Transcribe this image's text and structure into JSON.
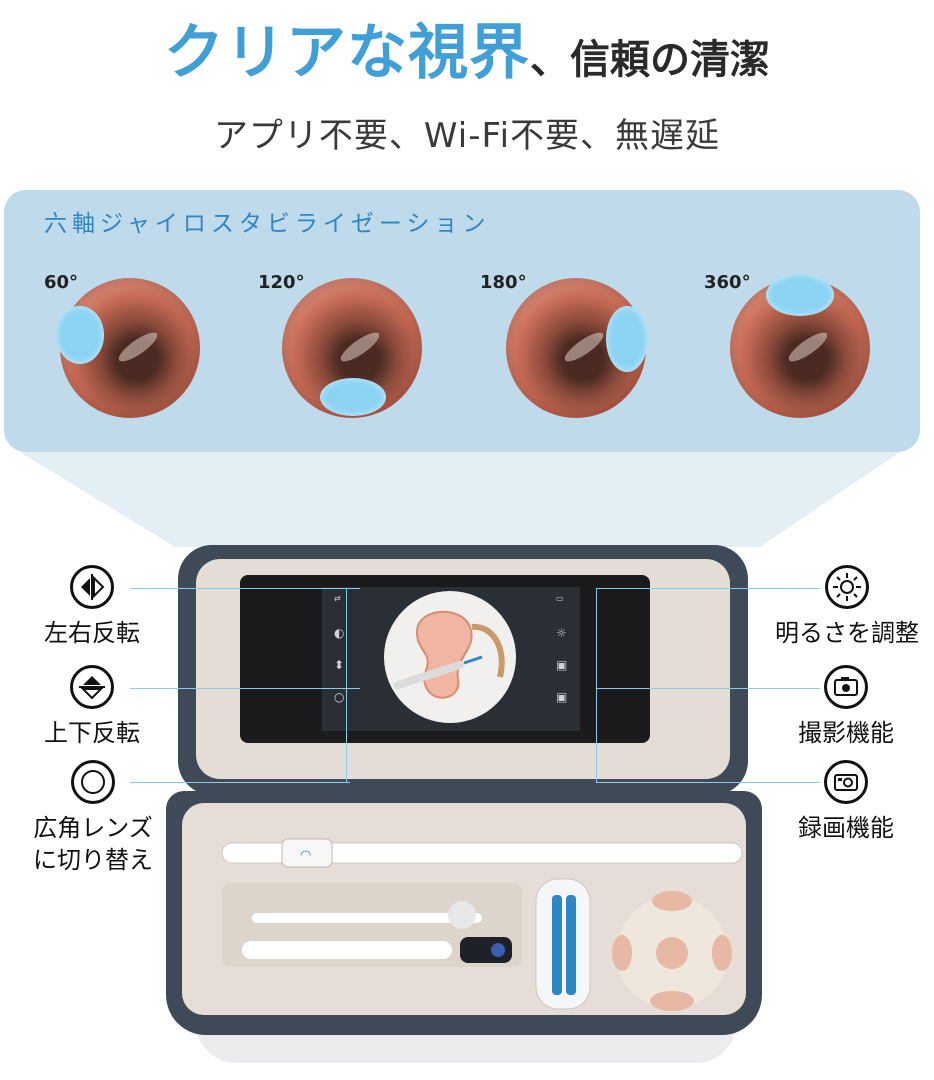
{
  "headline": {
    "main": "クリアな視界",
    "sub": "、信頼の清潔"
  },
  "subheadline": "アプリ不要、Wi-Fi不要、無遅延",
  "gyro_panel": {
    "title": "六軸ジャイロスタビライゼーション",
    "angles": [
      "60°",
      "120°",
      "180°",
      "360°"
    ]
  },
  "features_left": [
    {
      "label": "左右反転",
      "icon": "flip-horizontal-icon"
    },
    {
      "label": "上下反転",
      "icon": "flip-vertical-icon"
    },
    {
      "label": "広角レンズ\nに切り替え",
      "icon": "wide-lens-icon"
    }
  ],
  "features_right": [
    {
      "label": "明るさを調整",
      "icon": "brightness-icon"
    },
    {
      "label": "撮影機能",
      "icon": "camera-icon"
    },
    {
      "label": "録画機能",
      "icon": "video-record-icon"
    }
  ],
  "colors": {
    "accent": "#3f9fd6",
    "panel": "#bfdbeb",
    "case": "#3e4a57",
    "case_inner": "#e4ddd5",
    "blob": "#8ad3f3"
  }
}
